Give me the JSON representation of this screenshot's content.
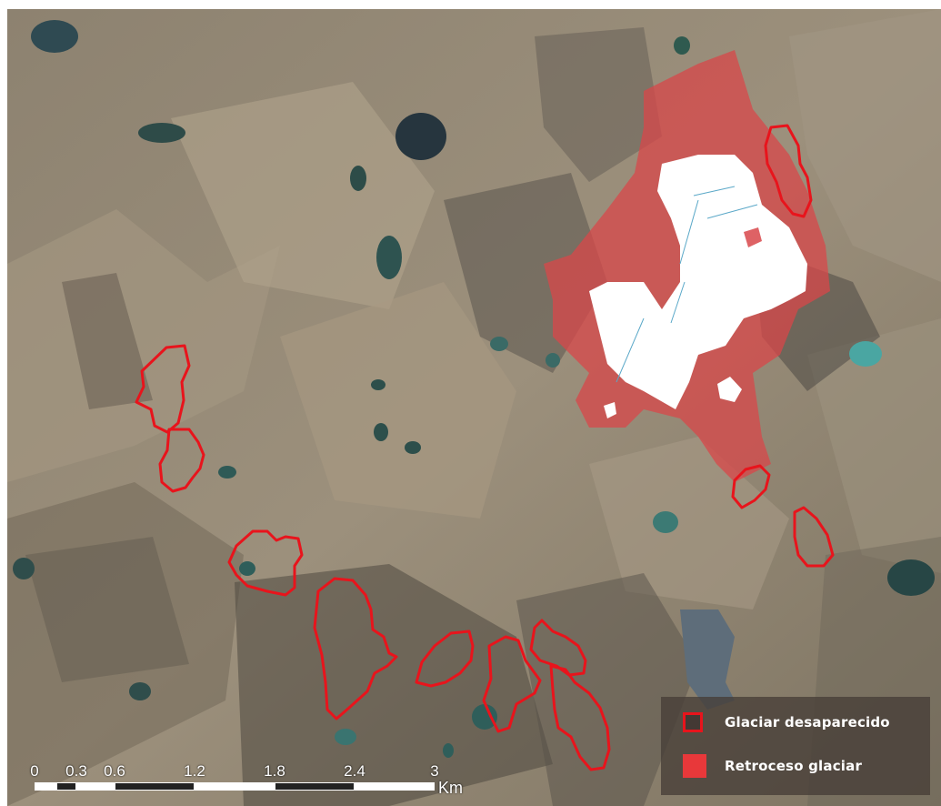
{
  "legend": {
    "items": [
      {
        "label": "Glaciar desaparecido",
        "symbol": "red-outline",
        "color": "#e8141c"
      },
      {
        "label": "Retroceso glaciar",
        "symbol": "red-fill",
        "color": "#e8383a"
      }
    ]
  },
  "scale_bar": {
    "ticks": [
      "0",
      "0.3",
      "0.6",
      "1.2",
      "1.8",
      "2.4",
      "3"
    ],
    "unit": "Km"
  },
  "colors": {
    "glacier_current": "#ffffff",
    "glacier_retreat": "#e8383a",
    "disappeared_outline": "#e8141c",
    "lake": "#2f5a58"
  }
}
